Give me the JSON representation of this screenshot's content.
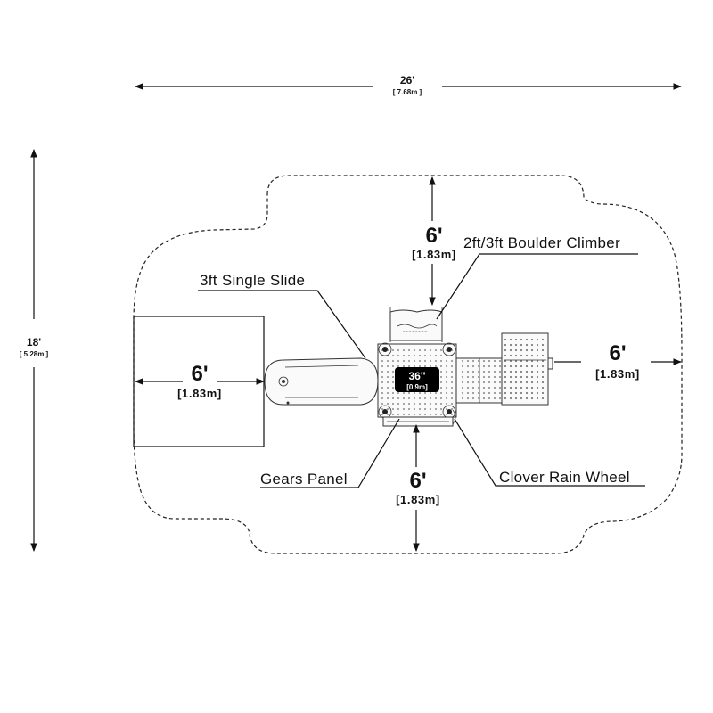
{
  "dimensions": {
    "overall_width": {
      "feet": "26'",
      "metric": "[ 7.68m ]"
    },
    "overall_depth": {
      "feet": "18'",
      "metric": "[ 5.28m ]"
    },
    "clearance_top": {
      "feet": "6'",
      "metric": "[1.83m]"
    },
    "clearance_right": {
      "feet": "6'",
      "metric": "[1.83m]"
    },
    "clearance_bottom": {
      "feet": "6'",
      "metric": "[1.83m]"
    },
    "slide_runout": {
      "feet": "6'",
      "metric": "[1.83m]"
    }
  },
  "deck": {
    "height": "36''",
    "metric": "[0.9m]"
  },
  "components": {
    "boulder_climber": "2ft/3ft Boulder Climber",
    "single_slide": "3ft Single Slide",
    "gears_panel": "Gears Panel",
    "clover_wheel": "Clover Rain Wheel"
  },
  "colors": {
    "line": "#111111",
    "deck_badge": "#000000",
    "background": "#ffffff"
  }
}
